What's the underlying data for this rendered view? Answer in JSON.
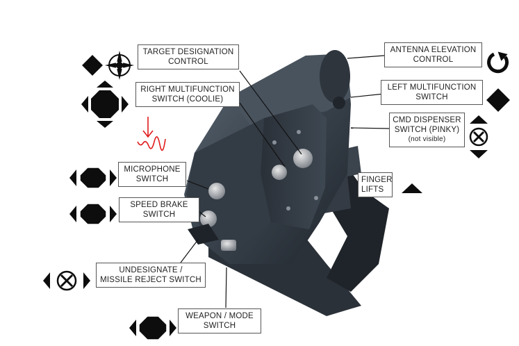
{
  "labels": {
    "target_designation": [
      "TARGET DESIGNATION",
      "CONTROL"
    ],
    "antenna_elevation": [
      "ANTENNA ELEVATION",
      "CONTROL"
    ],
    "right_multifunction": [
      "RIGHT MULTIFUNCTION",
      "SWITCH (COOLIE)"
    ],
    "left_multifunction": [
      "LEFT MULTIFUNCTION",
      "SWITCH"
    ],
    "cmd_dispenser": [
      "CMD DISPENSER",
      "SWITCH (PINKY)",
      "(not visible)"
    ],
    "microphone": [
      "MICROPHONE",
      "SWITCH"
    ],
    "finger_lifts": [
      "FINGER",
      "LIFTS"
    ],
    "speed_brake": [
      "SPEED BRAKE",
      "SWITCH"
    ],
    "undesignate": [
      "UNDESIGNATE /",
      "MISSILE REJECT SWITCH"
    ],
    "weapon_mode": [
      "WEAPON / MODE",
      "SWITCH"
    ]
  },
  "icons": {
    "target_designation": [
      "diamond-depress-icon",
      "compass-slew-icon"
    ],
    "antenna_elevation": "rotate-clockwise-icon",
    "right_multifunction": "four-way-hat-icon",
    "left_multifunction": "diamond-depress-icon",
    "cmd_dispenser": "up-down-switch-icon",
    "microphone": "left-right-switch-icon",
    "finger_lifts": "up-arrow-icon",
    "speed_brake": "left-right-switch-icon",
    "undesignate": "left-right-x-switch-icon",
    "weapon_mode": "left-right-switch-icon",
    "annotation": "red-squiggle-arrow"
  },
  "colors": {
    "icon": "#0d0d0d",
    "annotation": "#e01b1b",
    "label_border": "#555555",
    "grip_body": "#3d4651"
  }
}
